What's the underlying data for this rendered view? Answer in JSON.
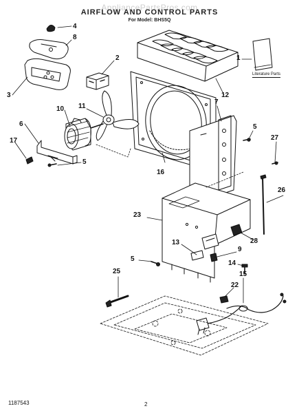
{
  "header": {
    "watermark": "AppliancePartsPros.com",
    "title": "AIRFLOW AND CONTROL PARTS",
    "subtitle": "For Model: BHS5Q"
  },
  "literature_label": "Literature Parts",
  "footer": {
    "doc_number": "1187543",
    "page_number": "2"
  },
  "callouts": {
    "c1": "1",
    "c2": "2",
    "c3": "3",
    "c4": "4",
    "c5a": "5",
    "c5b": "5",
    "c5c": "5",
    "c6": "6",
    "c7": "7",
    "c8": "8",
    "c9": "9",
    "c10": "10",
    "c11": "11",
    "c12": "12",
    "c13": "13",
    "c14": "14",
    "c15": "15",
    "c16": "16",
    "c17": "17",
    "c22": "22",
    "c23": "23",
    "c25": "25",
    "c26": "26",
    "c27": "27",
    "c28": "28"
  }
}
